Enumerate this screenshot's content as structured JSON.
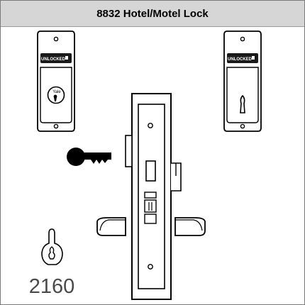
{
  "header": {
    "title": "8832 Hotel/Motel Lock"
  },
  "escutcheon_left": {
    "indicator_label": "UNLOCKED",
    "cylinder_brand": "Yale"
  },
  "escutcheon_right": {
    "indicator_label": "UNLOCKED"
  },
  "cylinder_profile": {
    "model_number": "2160"
  }
}
